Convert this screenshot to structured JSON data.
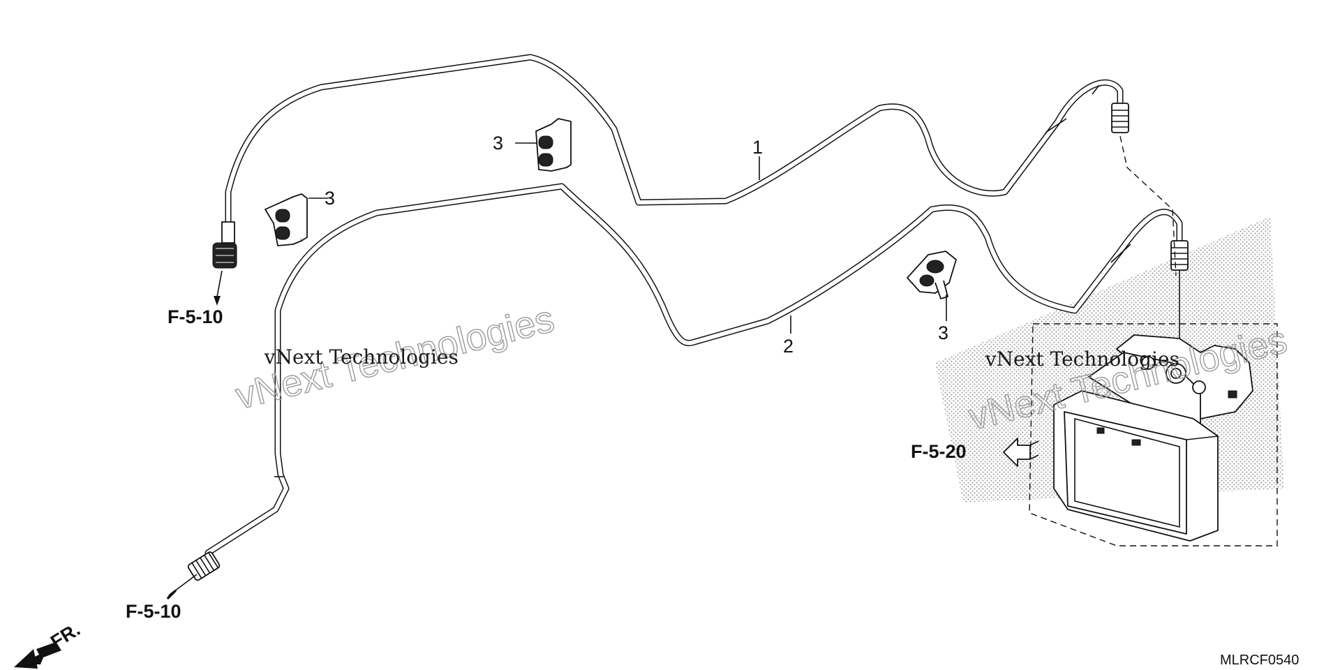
{
  "labels": {
    "pipe_1": "1",
    "pipe_2": "2",
    "clip_a": "3",
    "clip_b": "3",
    "clip_c": "3"
  },
  "references": {
    "upper_left": "F-5-10",
    "lower_left": "F-5-10",
    "modulator": "F-5-20"
  },
  "direction": "FR.",
  "diagram_code": "MLRCF0540",
  "watermarks": [
    {
      "line1": "vNext Technologies",
      "line2": "vNext Technologies"
    },
    {
      "line1": "vNext Technologies",
      "line2": "vNext Technologies"
    }
  ]
}
